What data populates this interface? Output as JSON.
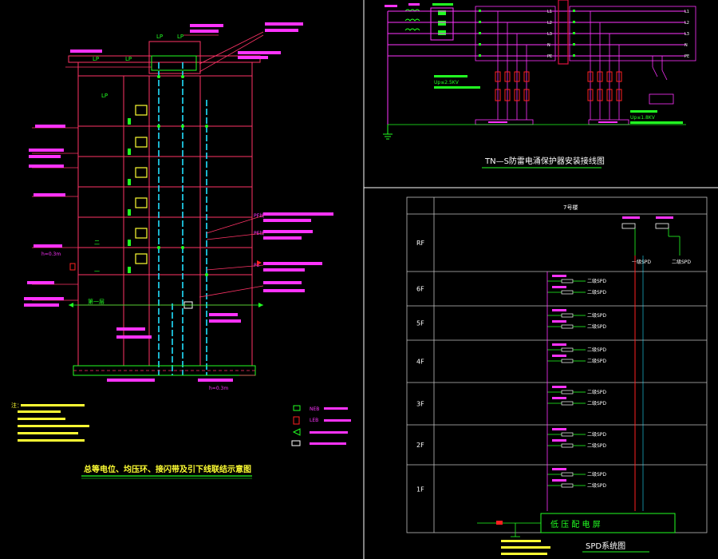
{
  "colors": {
    "bg": "#000000",
    "wall": "#ff2a55",
    "floorline": "#ff3366",
    "green": "#22ff22",
    "cyan": "#22e0ff",
    "yellow": "#ffff33",
    "white": "#f0f0f0",
    "magenta": "#ff33ff",
    "red": "#ff2020",
    "divider": "#ffffff",
    "grid": "#c0c0c0",
    "trunk": "#e01040"
  },
  "elevation": {
    "lp_labels": [
      "LP",
      "LP",
      "LP",
      "LP",
      "LP"
    ],
    "floor_labels": [
      "二",
      "一"
    ],
    "ground_label": "第一层",
    "rebar_note": "h=0.3m",
    "bottom_note": "h=0.3m",
    "pe_notes": [
      "PE线",
      "PE线",
      "PE"
    ],
    "legend_note_title": "注：",
    "legend_items": [
      "NEB",
      "LEB",
      "",
      ""
    ],
    "caption": "总等电位、均压环、接闪带及引下线联结示意图"
  },
  "tns": {
    "phase_labels": [
      "L1",
      "L2",
      "L3",
      "N",
      "PE"
    ],
    "spd_note_1": "Up≤2.5KV",
    "spd_note_2": "Up≤1.8KV",
    "caption": "TN—S防雷电涌保护器安装接线图"
  },
  "spd": {
    "header": "7号楼",
    "floors": [
      "RF",
      "6F",
      "5F",
      "4F",
      "3F",
      "2F",
      "1F"
    ],
    "rf_spd_labels": [
      "一级SPD",
      "二级SPD"
    ],
    "branch_label": "二级SPD",
    "branch_counts": [
      0,
      2,
      2,
      2,
      2,
      2,
      2
    ],
    "panel_label": "低 压 配 电 屏",
    "caption": "SPD系统图"
  }
}
